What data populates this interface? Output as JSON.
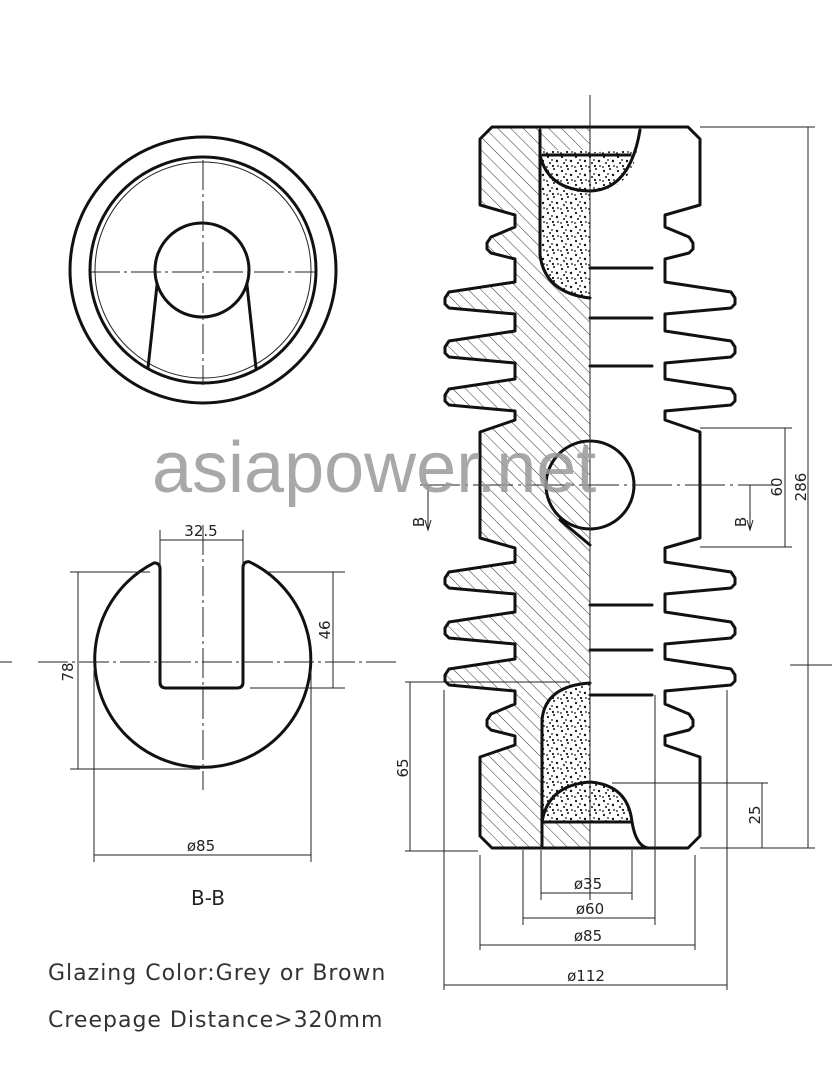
{
  "watermark": "asiapower.net",
  "top_view": {},
  "section_bb": {
    "slot_width": "32.5",
    "slot_depth": "46",
    "height": "78",
    "diameter": "ø85",
    "caption": "B-B"
  },
  "elevation": {
    "hole_dim": "60",
    "total_height": "286",
    "section_mark_left": "B",
    "section_mark_right": "B",
    "bottom_depth": "65",
    "cavity_depth": "25",
    "diameters": [
      "ø35",
      "ø60",
      "ø85",
      "ø112"
    ]
  },
  "notes": {
    "glazing": "Glazing Color:Grey or Brown",
    "creepage": "Creepage Distance>320mm"
  }
}
